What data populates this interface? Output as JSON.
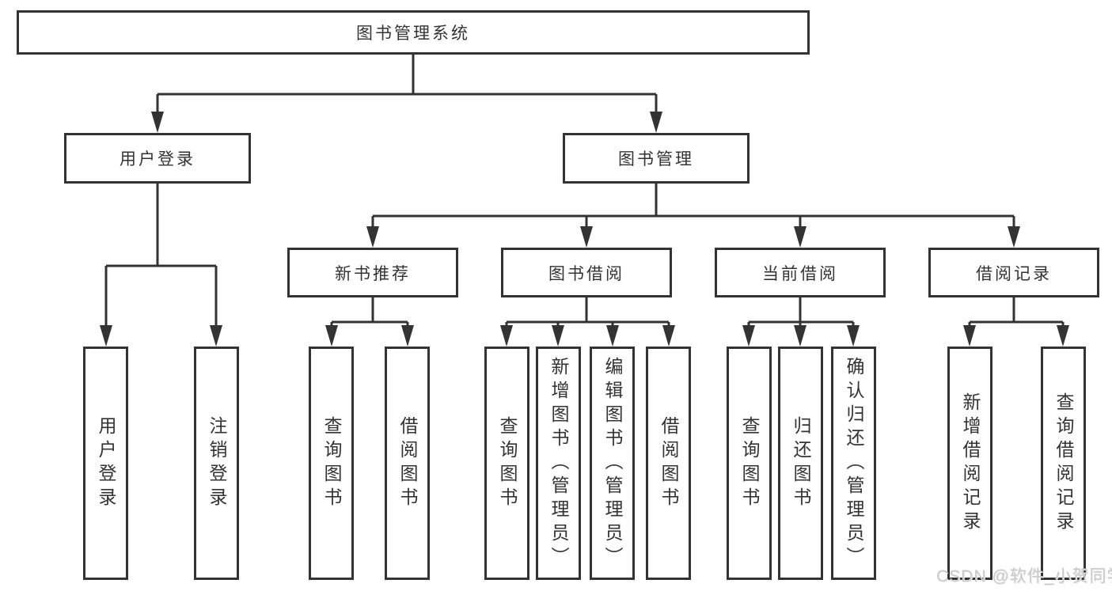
{
  "diagram_title": "图书管理系统",
  "tree": {
    "label": "图书管理系统",
    "children": [
      {
        "label": "用户登录",
        "children": [
          {
            "label": "用户登录"
          },
          {
            "label": "注销登录"
          }
        ]
      },
      {
        "label": "图书管理",
        "children": [
          {
            "label": "新书推荐",
            "children": [
              {
                "label": "查询图书"
              },
              {
                "label": "借阅图书"
              }
            ]
          },
          {
            "label": "图书借阅",
            "children": [
              {
                "label": "查询图书"
              },
              {
                "label": "新增图书（管理员）"
              },
              {
                "label": "编辑图书（管理员）"
              },
              {
                "label": "借阅图书"
              }
            ]
          },
          {
            "label": "当前借阅",
            "children": [
              {
                "label": "查询图书"
              },
              {
                "label": "归还图书"
              },
              {
                "label": "确认归还（管理员）"
              }
            ]
          },
          {
            "label": "借阅记录",
            "children": [
              {
                "label": "新增借阅记录"
              },
              {
                "label": "查询借阅记录"
              }
            ]
          }
        ]
      }
    ]
  },
  "watermark": "CSDN @软件_小贺同学",
  "colors": {
    "line": "#333333",
    "box_border": "#333333",
    "text": "#333333",
    "watermark": "#c9c9c9",
    "background": "#ffffff"
  }
}
